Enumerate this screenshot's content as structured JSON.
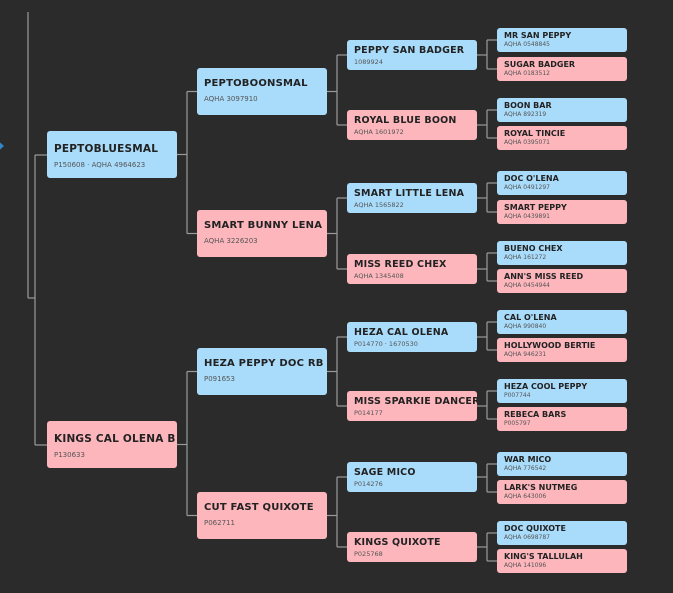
{
  "colors": {
    "background": "#2b2b2b",
    "sire": "#a9dcfb",
    "dam": "#fcb6bc",
    "connector": "#9a9a9a",
    "expand_arrow": "#2f86c9"
  },
  "icons": {
    "expand_arrow": "chevron-right-icon"
  },
  "pedigree": {
    "gen1": [
      {
        "name": "PEPTOBLUESMAL",
        "reg": "P150608 · AQHA 4964623",
        "sex": "m"
      },
      {
        "name": "KINGS CAL OLENA B",
        "reg": "P130633",
        "sex": "f"
      }
    ],
    "gen2": [
      {
        "name": "PEPTOBOONSMAL",
        "reg": "AQHA 3097910",
        "sex": "m"
      },
      {
        "name": "SMART BUNNY LENA",
        "reg": "AQHA 3226203",
        "sex": "f"
      },
      {
        "name": "HEZA PEPPY DOC RB",
        "reg": "P091653",
        "sex": "m"
      },
      {
        "name": "CUT FAST QUIXOTE",
        "reg": "P062711",
        "sex": "f"
      }
    ],
    "gen3": [
      {
        "name": "PEPPY SAN BADGER",
        "reg": "1089924",
        "sex": "m"
      },
      {
        "name": "ROYAL BLUE BOON",
        "reg": "AQHA 1601972",
        "sex": "f"
      },
      {
        "name": "SMART LITTLE LENA",
        "reg": "AQHA 1565822",
        "sex": "m"
      },
      {
        "name": "MISS REED CHEX",
        "reg": "AQHA 1345408",
        "sex": "f"
      },
      {
        "name": "HEZA CAL OLENA",
        "reg": "P014770 · 1670530",
        "sex": "m"
      },
      {
        "name": "MISS SPARKIE DANCER",
        "reg": "P014177",
        "sex": "f"
      },
      {
        "name": "SAGE MICO",
        "reg": "P014276",
        "sex": "m"
      },
      {
        "name": "KINGS QUIXOTE",
        "reg": "P025768",
        "sex": "f"
      }
    ],
    "gen4": [
      {
        "name": "MR SAN PEPPY",
        "reg": "AQHA 0548845",
        "sex": "m"
      },
      {
        "name": "SUGAR BADGER",
        "reg": "AQHA 0183512",
        "sex": "f"
      },
      {
        "name": "BOON BAR",
        "reg": "AQHA 892319",
        "sex": "m"
      },
      {
        "name": "ROYAL TINCIE",
        "reg": "AQHA 0395071",
        "sex": "f"
      },
      {
        "name": "DOC O'LENA",
        "reg": "AQHA 0491297",
        "sex": "m"
      },
      {
        "name": "SMART PEPPY",
        "reg": "AQHA 0439891",
        "sex": "f"
      },
      {
        "name": "BUENO CHEX",
        "reg": "AQHA 161272",
        "sex": "m"
      },
      {
        "name": "ANN'S MISS REED",
        "reg": "AQHA 0454944",
        "sex": "f"
      },
      {
        "name": "CAL O'LENA",
        "reg": "AQHA 990840",
        "sex": "m"
      },
      {
        "name": "HOLLYWOOD BERTIE",
        "reg": "AQHA 946231",
        "sex": "f"
      },
      {
        "name": "HEZA COOL PEPPY",
        "reg": "P007744",
        "sex": "m"
      },
      {
        "name": "REBECA BARS",
        "reg": "P005797",
        "sex": "f"
      },
      {
        "name": "WAR MICO",
        "reg": "AQHA 776542",
        "sex": "m"
      },
      {
        "name": "LARK'S NUTMEG",
        "reg": "AQHA 643006",
        "sex": "f"
      },
      {
        "name": "DOC QUIXOTE",
        "reg": "AQHA 0698787",
        "sex": "m"
      },
      {
        "name": "KING'S TALLULAH",
        "reg": "AQHA 141096",
        "sex": "f"
      }
    ]
  }
}
